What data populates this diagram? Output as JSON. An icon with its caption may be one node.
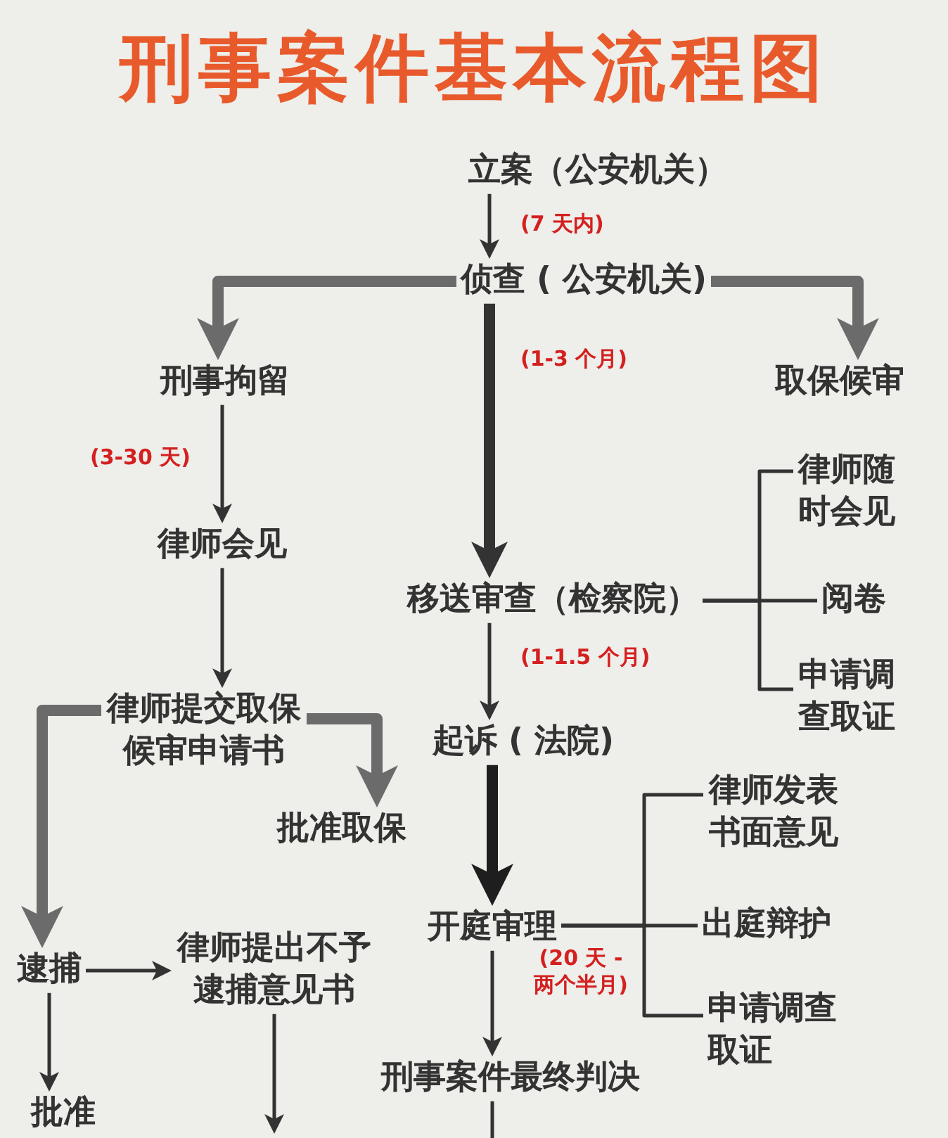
{
  "diagram": {
    "title": "刑事案件基本流程图",
    "nodes": [
      {
        "text": [
          "立案（公安机关）"
        ]
      },
      {
        "text": [
          "侦查 ( 公安机关)"
        ]
      },
      {
        "text": [
          "刑事拘留"
        ]
      },
      {
        "text": [
          "取保候审"
        ]
      },
      {
        "text": [
          "律师会见"
        ]
      },
      {
        "text": [
          "移送审查（检察院）"
        ]
      },
      {
        "text": [
          "律师随时会见"
        ]
      },
      {
        "text": [
          "阅卷"
        ]
      },
      {
        "text": [
          "申请调查取证"
        ]
      },
      {
        "text": [
          "律师提交取保候审申请书"
        ]
      },
      {
        "text": [
          "起诉 ( 法院)"
        ]
      },
      {
        "text": [
          "批准取保"
        ]
      },
      {
        "text": [
          "开庭审理"
        ]
      },
      {
        "text": [
          "律师发表书面意见"
        ]
      },
      {
        "text": [
          "出庭辩护"
        ]
      },
      {
        "text": [
          "申请调查取证"
        ]
      },
      {
        "text": [
          "逮捕"
        ]
      },
      {
        "text": [
          "律师提出不予逮捕意见书"
        ]
      },
      {
        "text": [
          "批准"
        ]
      },
      {
        "text": [
          "刑事案件最终判决"
        ]
      }
    ],
    "edges": [
      {
        "from": 0,
        "to": 1,
        "arrow": "to",
        "label": "(7 天内)"
      },
      {
        "from": 1,
        "to": 2,
        "arrow": "to",
        "style": "thick",
        "color": "#6b6b6b"
      },
      {
        "from": 1,
        "to": 3,
        "arrow": "to",
        "style": "thick",
        "color": "#6b6b6b"
      },
      {
        "from": 1,
        "to": 5,
        "arrow": "to",
        "style": "thick",
        "label": "(1-3 个月)"
      },
      {
        "from": 2,
        "to": 4,
        "arrow": "to",
        "label": "(3-30 天)"
      },
      {
        "from": 4,
        "to": 9,
        "arrow": "to"
      },
      {
        "from": 5,
        "to": 6,
        "arrow": "none"
      },
      {
        "from": 5,
        "to": 7,
        "arrow": "none"
      },
      {
        "from": 5,
        "to": 8,
        "arrow": "none"
      },
      {
        "from": 5,
        "to": 10,
        "arrow": "to",
        "label": "(1-1.5 个月)"
      },
      {
        "from": 9,
        "to": 11,
        "arrow": "to",
        "style": "thick",
        "color": "#6b6b6b"
      },
      {
        "from": 9,
        "to": 16,
        "arrow": "to",
        "style": "thick",
        "color": "#6b6b6b"
      },
      {
        "from": 10,
        "to": 12,
        "arrow": "to",
        "style": "thick",
        "color": "#1e1e1e"
      },
      {
        "from": 12,
        "to": 13,
        "arrow": "none"
      },
      {
        "from": 12,
        "to": 14,
        "arrow": "none"
      },
      {
        "from": 12,
        "to": 15,
        "arrow": "none"
      },
      {
        "from": 12,
        "to": 19,
        "arrow": "to",
        "label": "(20 天 - 两个半月)"
      },
      {
        "from": 16,
        "to": 17,
        "arrow": "to"
      },
      {
        "from": 16,
        "to": 18,
        "arrow": "to"
      },
      {
        "from": 17,
        "to": null,
        "arrow": "to"
      },
      {
        "from": 19,
        "to": null,
        "arrow": "none"
      }
    ]
  }
}
